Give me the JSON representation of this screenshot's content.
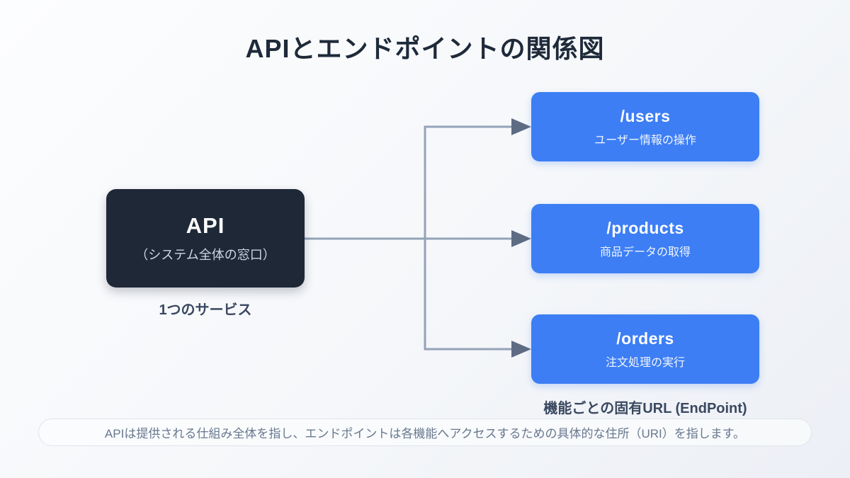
{
  "title": "APIとエンドポイントの関係図",
  "api_node": {
    "label": "API",
    "sublabel": "（システム全体の窓口）",
    "caption": "1つのサービス"
  },
  "endpoints": [
    {
      "path": "/users",
      "description": "ユーザー情報の操作"
    },
    {
      "path": "/products",
      "description": "商品データの取得"
    },
    {
      "path": "/orders",
      "description": "注文処理の実行"
    }
  ],
  "endpoints_caption": "機能ごとの固有URL (EndPoint)",
  "footnote": "APIは提供される仕組み全体を指し、エンドポイントは各機能へアクセスするための具体的な住所（URI）を指します。",
  "colors": {
    "api_box": "#1e2837",
    "endpoint_box": "#3d7ef4",
    "connector_line": "#94a3b8",
    "arrowhead": "#5d6c83",
    "heading_text": "#1e2a3a",
    "caption_text": "#3a4860",
    "footnote_text": "#68788f",
    "background_start": "#fcfdfe",
    "background_end": "#eceff5"
  }
}
